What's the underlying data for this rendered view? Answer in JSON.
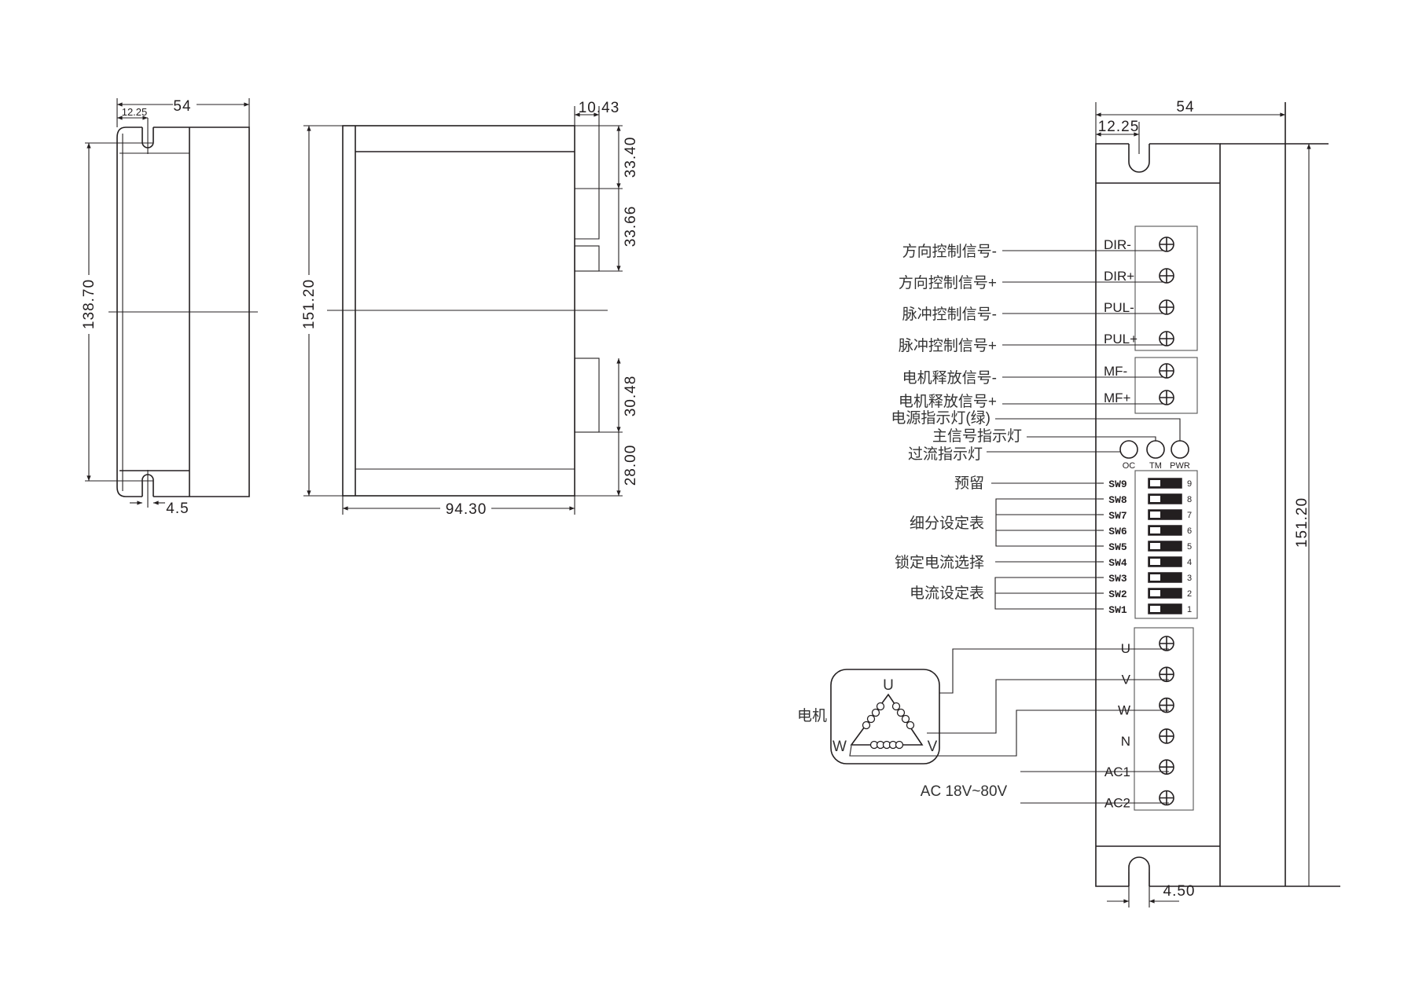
{
  "left_view": {
    "width": "54",
    "slot_offset": "12.25",
    "height": "138.70",
    "slot_width": "4.5"
  },
  "side_view": {
    "top_offset": "10.43",
    "height": "151.20",
    "seg1": "33.40",
    "seg2": "33.66",
    "seg3": "30.48",
    "seg4": "28.00",
    "depth": "94.30"
  },
  "front_view": {
    "width": "54",
    "slot_offset": "12.25",
    "height": "151.20",
    "slot_width": "4.50",
    "signal_terminals": [
      {
        "pin": "DIR-",
        "desc": "方向控制信号-"
      },
      {
        "pin": "DIR+",
        "desc": "方向控制信号+"
      },
      {
        "pin": "PUL-",
        "desc": "脉冲控制信号-"
      },
      {
        "pin": "PUL+",
        "desc": "脉冲控制信号+"
      },
      {
        "pin": "MF-",
        "desc": "电机释放信号-"
      },
      {
        "pin": "MF+",
        "desc": "电机释放信号+"
      }
    ],
    "indicators": [
      {
        "label": "OC",
        "desc": "过流指示灯"
      },
      {
        "label": "TM",
        "desc": "主信号指示灯"
      },
      {
        "label": "PWR",
        "desc": "电源指示灯(绿)"
      }
    ],
    "dip_switches": [
      {
        "label": "SW9",
        "num": "9"
      },
      {
        "label": "SW8",
        "num": "8"
      },
      {
        "label": "SW7",
        "num": "7"
      },
      {
        "label": "SW6",
        "num": "6"
      },
      {
        "label": "SW5",
        "num": "5"
      },
      {
        "label": "SW4",
        "num": "4"
      },
      {
        "label": "SW3",
        "num": "3"
      },
      {
        "label": "SW2",
        "num": "2"
      },
      {
        "label": "SW1",
        "num": "1"
      }
    ],
    "dip_groups": {
      "reserved": "预留",
      "subdivision": "细分设定表",
      "lock_current": "锁定电流选择",
      "current": "电流设定表"
    },
    "power_terminals": [
      "U",
      "V",
      "W",
      "N",
      "AC1",
      "AC2"
    ],
    "motor": {
      "label": "电机",
      "phases": [
        "U",
        "V",
        "W"
      ]
    },
    "supply": "AC 18V~80V"
  }
}
